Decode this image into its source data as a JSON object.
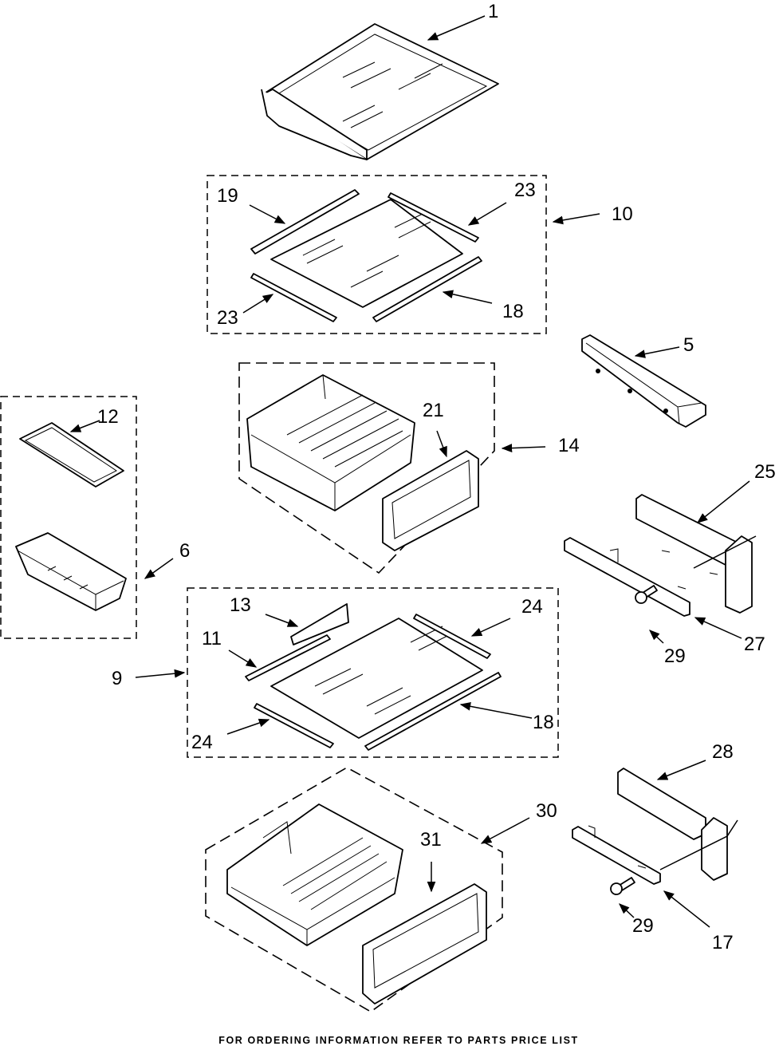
{
  "callouts": {
    "c1": "1",
    "c19": "19",
    "c23a": "23",
    "c10": "10",
    "c23b": "23",
    "c18a": "18",
    "c5": "5",
    "c21": "21",
    "c14": "14",
    "c12": "12",
    "c25": "25",
    "c6": "6",
    "c13": "13",
    "c24a": "24",
    "c11": "11",
    "c9": "9",
    "c18b": "18",
    "c24b": "24",
    "c27": "27",
    "c29a": "29",
    "c28": "28",
    "c30": "30",
    "c31": "31",
    "c29b": "29",
    "c17": "17"
  },
  "footer": "FOR ORDERING INFORMATION REFER TO PARTS PRICE LIST"
}
